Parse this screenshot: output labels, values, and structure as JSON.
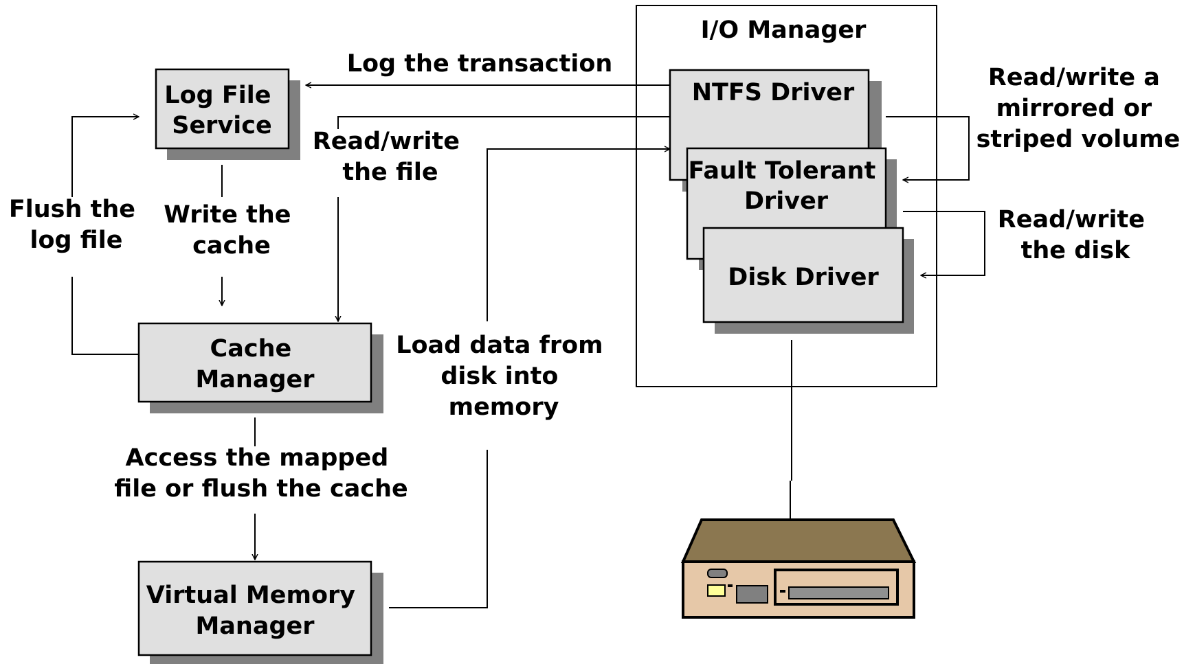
{
  "io_manager": {
    "title": "I/O Manager"
  },
  "components": {
    "log_file_service": [
      "Log File",
      "Service"
    ],
    "cache_manager": [
      "Cache",
      "Manager"
    ],
    "virtual_memory_manager": [
      "Virtual Memory",
      "Manager"
    ],
    "ntfs_driver": [
      "NTFS Driver"
    ],
    "fault_tolerant_driver": [
      "Fault Tolerant",
      "Driver"
    ],
    "disk_driver": [
      "Disk Driver"
    ]
  },
  "labels": {
    "log_transaction": [
      "Log the transaction"
    ],
    "read_write_file": [
      "Read/write",
      "the file"
    ],
    "flush_log": [
      "Flush the",
      "log file"
    ],
    "write_cache": [
      "Write the",
      "cache"
    ],
    "load_data": [
      "Load data from",
      "disk into",
      "memory"
    ],
    "access_mapped": [
      "Access the mapped",
      "file or flush the cache"
    ],
    "read_write_mirrored": [
      "Read/write a",
      "mirrored or",
      "striped volume"
    ],
    "read_write_disk": [
      "Read/write",
      "the disk"
    ]
  },
  "colors": {
    "box_fill": "#e0e0e0",
    "shadow": "#808080",
    "disk_top": "#8b7750",
    "disk_body": "#e6c8a8"
  }
}
